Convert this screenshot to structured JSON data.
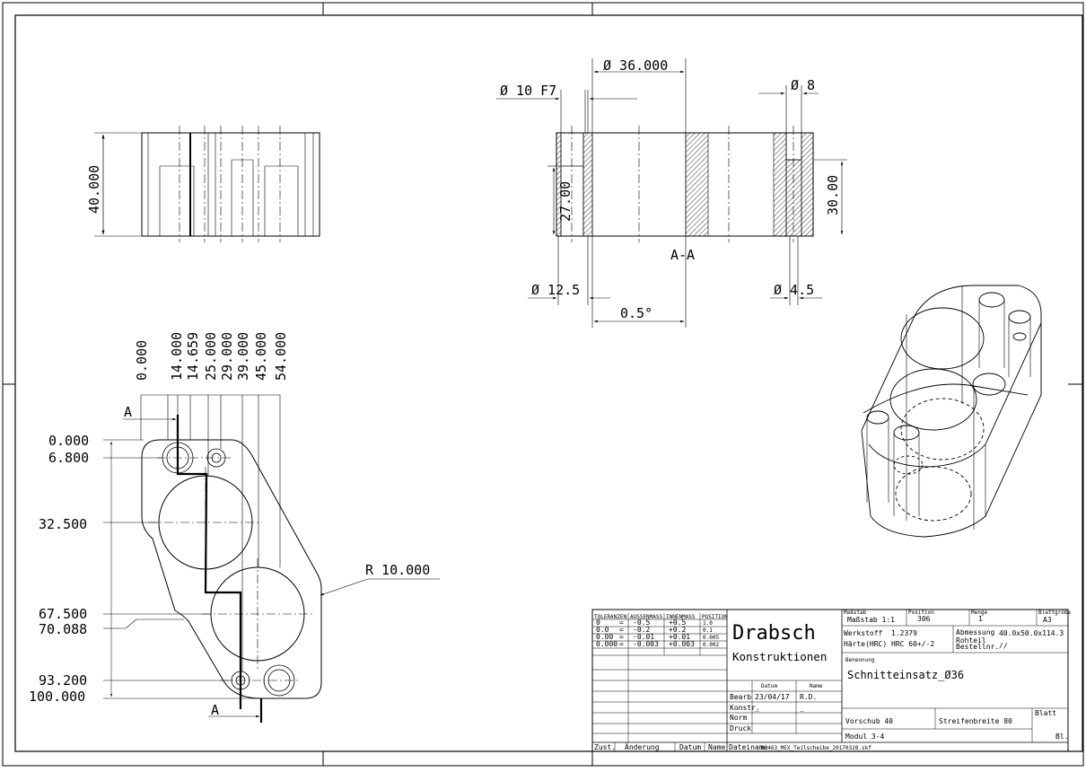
{
  "top_view": {
    "height_dim": "40.000"
  },
  "section": {
    "label": "A-A",
    "dim_top": "Ø 36.000",
    "dim_bore_left": "Ø 10 F7",
    "dim_bore_right": "Ø 8",
    "dim_depth_left": "27.00",
    "dim_depth_right": "30.00",
    "dim_bottom_left": "Ø 12.5",
    "dim_bottom_right": "Ø 4.5",
    "dim_angle": "0.5°"
  },
  "plan_view": {
    "x_coords": [
      "0.000",
      "14.000",
      "14.659",
      "25.000",
      "29.000",
      "39.000",
      "45.000",
      "54.000"
    ],
    "y_coords": [
      "0.000",
      "6.800",
      "32.500",
      "67.500",
      "70.088",
      "93.200",
      "100.000"
    ],
    "radius_dim": "R 10.000",
    "section_marker": "A"
  },
  "title_block": {
    "tol_headers": [
      "TOLERANZEN",
      "AUSSENMASS",
      "INNENMASS",
      "POSITION"
    ],
    "tol_rows": [
      [
        "0",
        "=",
        "-0.5",
        "+0.5",
        "1.0"
      ],
      [
        "0.0",
        "=",
        "-0.2",
        "+0.2",
        "0.1"
      ],
      [
        "0.00",
        "=",
        "-0.01",
        "+0.01",
        "0.005"
      ],
      [
        "0.000",
        "=",
        "-0.003",
        "+0.003",
        "0.002"
      ]
    ],
    "company_line1": "Drabsch",
    "company_line2": "Konstruktionen",
    "massstab_label": "Maßstab",
    "massstab_value": "Maßstab 1:1",
    "position_label": "Position",
    "position_value": "306",
    "menge_label": "Menge",
    "menge_value": "1",
    "blattgroesse_label": "Blattgröße",
    "blattgroesse_value": "A3",
    "werkstoff_label": "Werkstoff",
    "werkstoff_value": "1.2379",
    "abmessung_label": "Abmessung",
    "abmessung_value": "40.0x50.0x114.3",
    "haerte_label": "Härte(HRC)",
    "haerte_value": "HRC 60+/-2",
    "bestell_label1": "Rohteil",
    "bestell_label2": "Bestellnr.",
    "bestell_value": "//",
    "benennung_label": "Benennung",
    "benennung_value": "Schnitteinsatz_Ø36",
    "datum_header": "Datum",
    "name_header": "Name",
    "bearb_label": "Bearb",
    "bearb_datum": "23/04/17",
    "bearb_name": "R.D.",
    "konstr_label": "Konstr.",
    "konstr_datum": "_",
    "konstr_name": "_",
    "norm_label": "Norm",
    "druck_label": "Druck",
    "vorschub": "Vorschub 40",
    "streifenbreite": "Streifenbreite 80",
    "modul": "Modul 3-4",
    "blatt_label": "Blatt",
    "bl_label": "Bl.",
    "zust_label": "Zust.",
    "aenderung_label": "Änderung",
    "datum_label": "Datum",
    "name_label": "Name",
    "dateiname_label": "Dateiname",
    "dateiname_value": "82463_MEX_Teilscheibe_20170328.skf"
  }
}
